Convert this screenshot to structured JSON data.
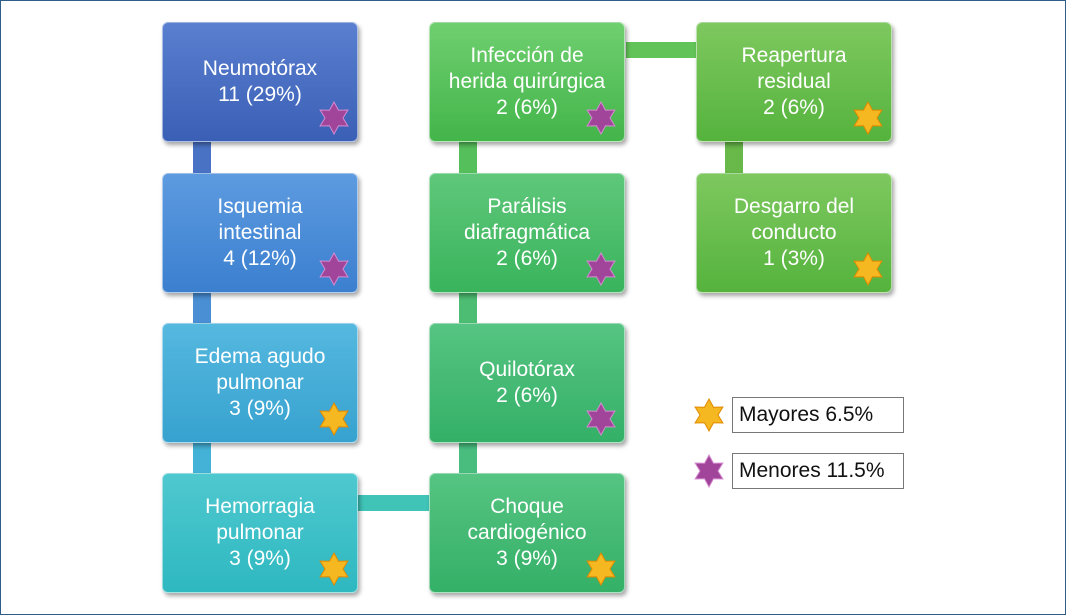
{
  "nodes": [
    {
      "id": "neumotorax",
      "lines": [
        "Neumotórax",
        "11 (29%)"
      ],
      "star": "purple"
    },
    {
      "id": "isquemia",
      "lines": [
        "Isquemia",
        "intestinal",
        "4 (12%)"
      ],
      "star": "purple"
    },
    {
      "id": "edema",
      "lines": [
        "Edema agudo",
        "pulmonar",
        "3 (9%)"
      ],
      "star": "gold"
    },
    {
      "id": "hemorragia",
      "lines": [
        "Hemorragia",
        "pulmonar",
        "3 (9%)"
      ],
      "star": "gold"
    },
    {
      "id": "infeccion",
      "lines": [
        "Infección de",
        "herida quirúrgica",
        "2 (6%)"
      ],
      "star": "purple"
    },
    {
      "id": "paralisis",
      "lines": [
        "Parálisis",
        "diafragmática",
        "2 (6%)"
      ],
      "star": "purple"
    },
    {
      "id": "quilotorax",
      "lines": [
        "Quilotórax",
        "2 (6%)"
      ],
      "star": "purple"
    },
    {
      "id": "choque",
      "lines": [
        "Choque",
        "cardiogénico",
        "3 (9%)"
      ],
      "star": "gold"
    },
    {
      "id": "reapertura",
      "lines": [
        "Reapertura",
        "residual",
        "2 (6%)"
      ],
      "star": "gold"
    },
    {
      "id": "desgarro",
      "lines": [
        "Desgarro del",
        "conducto",
        "1 (3%)"
      ],
      "star": "gold"
    }
  ],
  "legend": {
    "mayores": "Mayores 6.5%",
    "menores": "Menores 11.5%"
  },
  "colors": {
    "gold_star": "#f5b820",
    "purple_star": "#a0459a"
  }
}
